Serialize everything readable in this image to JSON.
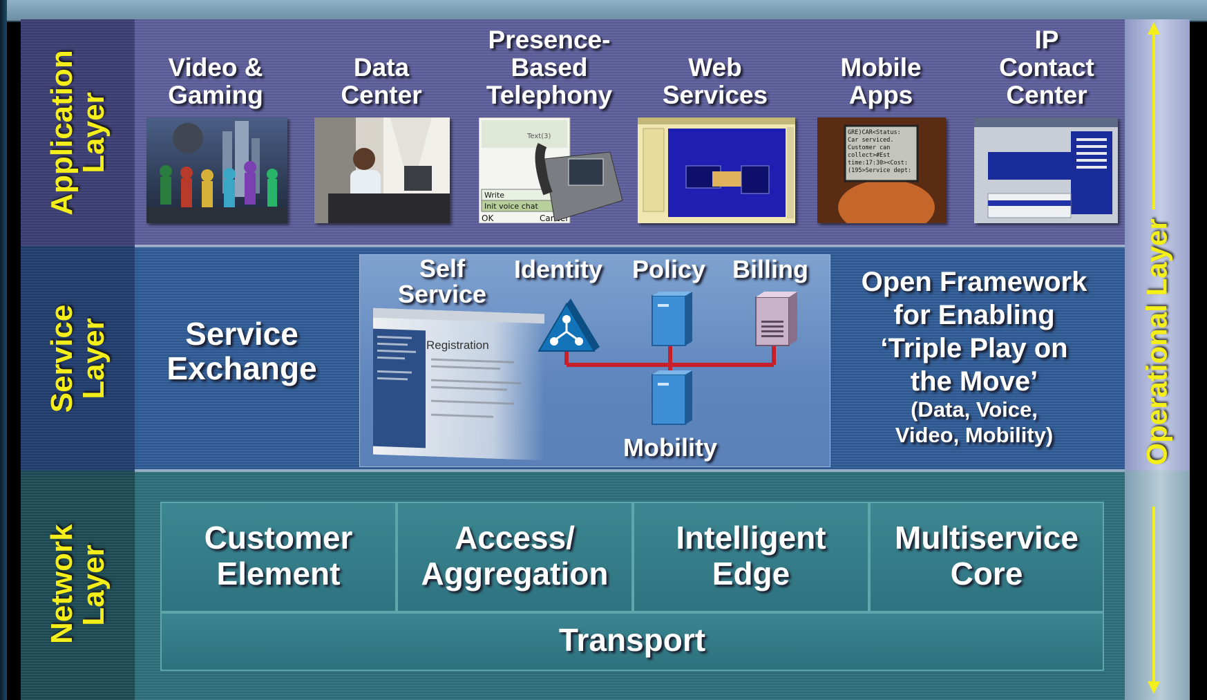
{
  "layers": {
    "application": "Application Layer",
    "service": "Service Layer",
    "network": "Network Layer",
    "operational": "Operational Layer"
  },
  "application": {
    "items": [
      {
        "line1": "Video &",
        "line2": "Gaming",
        "line3": ""
      },
      {
        "line1": "Data",
        "line2": "Center",
        "line3": ""
      },
      {
        "line1": "Presence-",
        "line2": "Based",
        "line3": "Telephony"
      },
      {
        "line1": "Web",
        "line2": "Services",
        "line3": ""
      },
      {
        "line1": "Mobile",
        "line2": "Apps",
        "line3": ""
      },
      {
        "line1": "IP",
        "line2": "Contact",
        "line3": "Center"
      }
    ],
    "phone_screen": {
      "write": "Write",
      "chat": "Init voice chat",
      "ok": "OK",
      "cancel": "Cancel"
    },
    "mobile_screen": [
      "GRE)CAR<Status:",
      "Car serviced.",
      "Customer can",
      "collect>#Est",
      "time:17:30><Cost:",
      "(195>Service dept:"
    ]
  },
  "service": {
    "exchange_line1": "Service",
    "exchange_line2": "Exchange",
    "self_service_line1": "Self",
    "self_service_line2": "Service",
    "registration": "Registration",
    "identity": "Identity",
    "policy": "Policy",
    "billing": "Billing",
    "mobility": "Mobility",
    "open_framework": {
      "line1": "Open Framework",
      "line2": "for Enabling",
      "line3": "‘Triple Play on",
      "line4": "the Move’",
      "line5": "(Data, Voice,",
      "line6": "Video, Mobility)"
    }
  },
  "network": {
    "cells": [
      {
        "line1": "Customer",
        "line2": "Element"
      },
      {
        "line1": "Access/",
        "line2": "Aggregation"
      },
      {
        "line1": "Intelligent",
        "line2": "Edge"
      },
      {
        "line1": "Multiservice",
        "line2": "Core"
      }
    ],
    "transport": "Transport"
  },
  "colors": {
    "label_yellow": "#f4ef1b",
    "application_band": "#5e5f9c",
    "service_band": "#2f5c96",
    "network_band": "#2d6f7a",
    "connector_red": "#c8202a"
  }
}
